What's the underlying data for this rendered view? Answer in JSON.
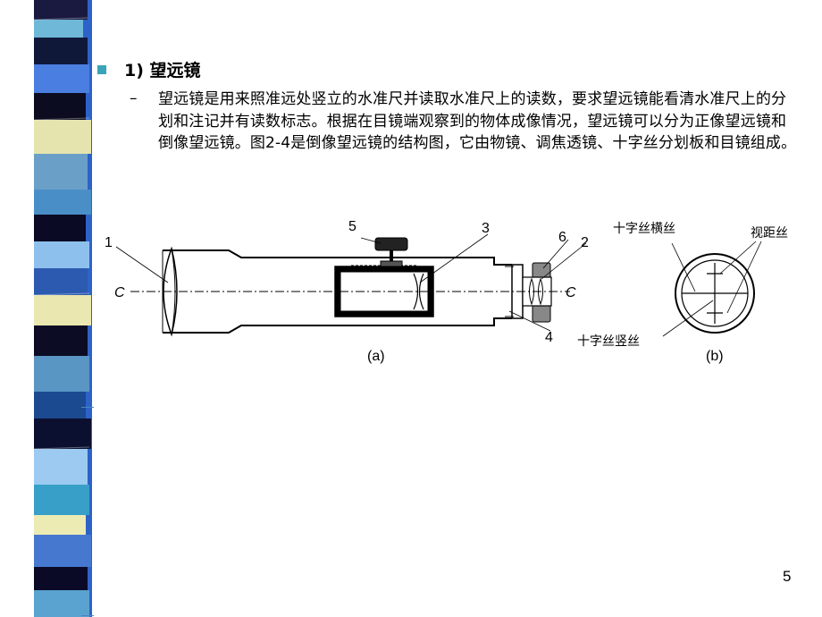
{
  "slide": {
    "heading": "1) 望远镜",
    "dash": "–",
    "paragraph": "望远镜是用来照准远处竖立的水准尺并读取水准尺上的读数，要求望远镜能看清水准尺上的分划和注记并有读数标志。根据在目镜端观察到的物体成像情况，望远镜可以分为正像望远镜和倒像望远镜。图2-4是倒像望远镜的结构图，它由物镜、调焦透镜、十字丝分划板和目镜组成。",
    "page_number": "5"
  },
  "figure": {
    "labels": {
      "n1": "1",
      "n2": "2",
      "n3": "3",
      "n4": "4",
      "n5": "5",
      "n6": "6",
      "axis_left": "C",
      "axis_right": "C",
      "caption_a": "(a)",
      "caption_b": "(b)",
      "horizontal_hair": "十字丝横丝",
      "stadia_hair": "视距丝",
      "vertical_hair": "十字丝竖丝"
    }
  },
  "theme": {
    "bullet_color": "#3aa4b8",
    "stripe_colors": [
      "#0a0a3a",
      "#3d6fd0",
      "#5aa8c8",
      "#e8e6a8",
      "#9ec8f0",
      "#2c5a8c",
      "#a8d0ee"
    ]
  }
}
